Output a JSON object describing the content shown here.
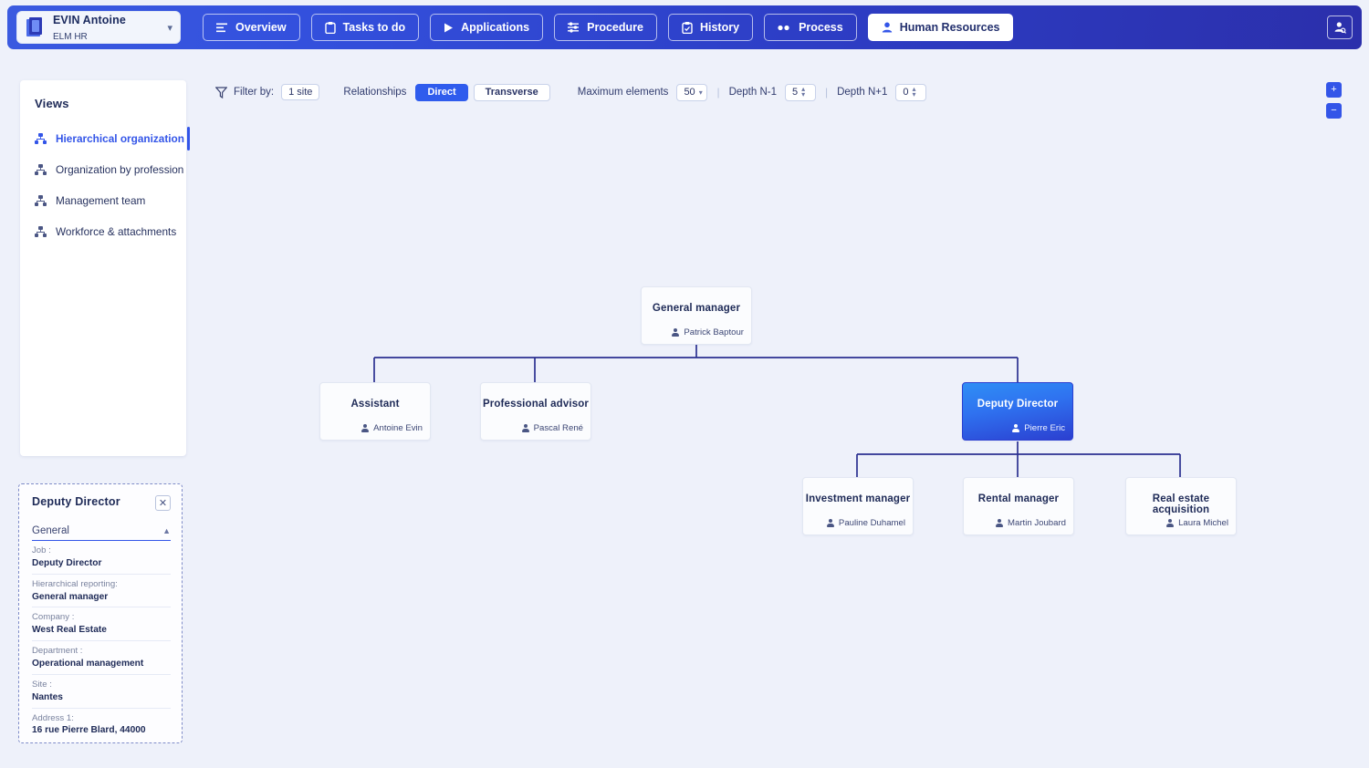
{
  "header": {
    "user": {
      "name": "EVIN Antoine",
      "org": "ELM HR",
      "chevron_icon": "chevron-down-icon",
      "logo_icon": "app-logo-icon"
    },
    "nav": [
      {
        "label": "Overview",
        "icon": "list-icon",
        "active": false
      },
      {
        "label": "Tasks to do",
        "icon": "clipboard-icon",
        "active": false
      },
      {
        "label": "Applications",
        "icon": "play-icon",
        "active": false
      },
      {
        "label": "Procedure",
        "icon": "flow-icon",
        "active": false
      },
      {
        "label": "History",
        "icon": "clipboard-check-icon",
        "active": false
      },
      {
        "label": "Process",
        "icon": "dots-icon",
        "active": false
      },
      {
        "label": "Human Resources",
        "icon": "person-icon",
        "active": true
      }
    ],
    "account_icon": "account-search-icon",
    "accent_color": "#3355e8",
    "gradient_from": "#3a5ae0",
    "gradient_to": "#2b2fab"
  },
  "toolbar": {
    "filter_icon": "filter-icon",
    "filter_label": "Filter by:",
    "filter_value": "1 site",
    "relationships_label": "Relationships",
    "relationship_options": [
      "Direct",
      "Transverse"
    ],
    "relationship_selected": "Direct",
    "max_elements_label": "Maximum elements",
    "max_elements_value": "50",
    "depth_n1_label": "Depth N-1",
    "depth_n1_value": "5",
    "depth_np1_label": "Depth N+1",
    "depth_np1_value": "0"
  },
  "sidebar": {
    "title": "Views",
    "items": [
      {
        "label": "Hierarchical organization",
        "icon": "org-chart-icon",
        "active": true
      },
      {
        "label": "Organization by profession",
        "icon": "org-chart-icon",
        "active": false
      },
      {
        "label": "Management team",
        "icon": "org-chart-icon",
        "active": false
      },
      {
        "label": "Workforce & attachments",
        "icon": "org-chart-icon",
        "active": false
      }
    ]
  },
  "detail_panel": {
    "title": "Deputy Director",
    "close_icon": "close-icon",
    "section_label": "General",
    "section_caret_icon": "chevron-up-icon",
    "fields": [
      {
        "key": "Job :",
        "value": "Deputy Director"
      },
      {
        "key": "Hierarchical reporting:",
        "value": "General manager"
      },
      {
        "key": "Company :",
        "value": "West Real Estate"
      },
      {
        "key": "Department :",
        "value": "Operational management"
      },
      {
        "key": "Site :",
        "value": "Nantes"
      },
      {
        "key": "Address 1:",
        "value": "16 rue Pierre Blard, 44000"
      }
    ]
  },
  "canvas": {
    "zoom_in_label": "+",
    "zoom_out_label": "−",
    "nodes": [
      {
        "id": "gm",
        "title": "General manager",
        "person": "Patrick Baptour",
        "selected": false
      },
      {
        "id": "as",
        "title": "Assistant",
        "person": "Antoine Evin",
        "selected": false
      },
      {
        "id": "pa",
        "title": "Professional advisor",
        "person": "Pascal René",
        "selected": false
      },
      {
        "id": "dd",
        "title": "Deputy Director",
        "person": "Pierre Eric",
        "selected": true
      },
      {
        "id": "im",
        "title": "Investment manager",
        "person": "Pauline Duhamel",
        "selected": false
      },
      {
        "id": "rm",
        "title": "Rental manager",
        "person": "Martin Joubard",
        "selected": false
      },
      {
        "id": "rea",
        "title": "Real estate acquisition",
        "person": "Laura Michel",
        "selected": false
      }
    ]
  }
}
